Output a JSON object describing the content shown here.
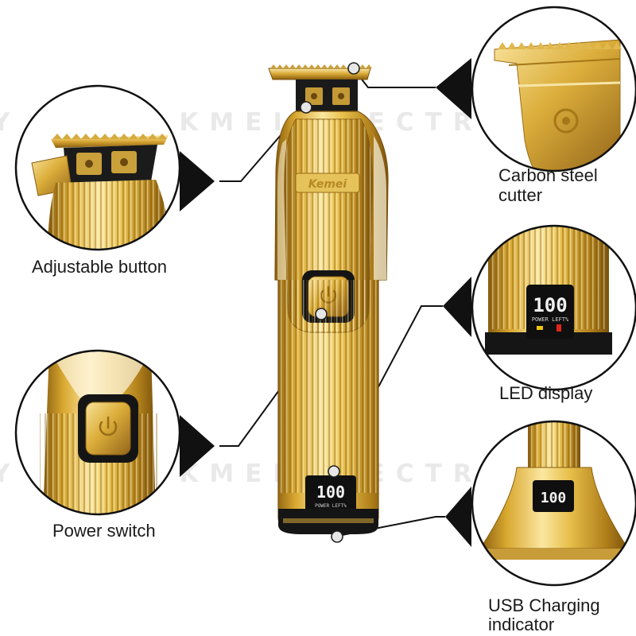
{
  "watermark": "Y YIWU KMEI ELECTRIC APPLIANCES CO.,LTD",
  "callouts": {
    "adjustable_button": "Adjustable button",
    "carbon_line1": "Carbon steel",
    "carbon_line2": "cutter",
    "led_display": "LED display",
    "power_switch": "Power switch",
    "usb_line1": "USB Charging",
    "usb_line2": "indicator"
  },
  "product": {
    "brand": "Kemei",
    "display_value": "100",
    "display_caption": "POWER LEFT%"
  },
  "colors": {
    "gold_light": "#f7e08a",
    "gold_mid": "#d9a830",
    "gold_dark": "#8a5f10",
    "black": "#111111",
    "led_white": "#f2f2f2",
    "indicator_red": "#e0251b",
    "indicator_yellow": "#f1c40f"
  },
  "icons": {
    "power": "power-icon",
    "pointer": "callout-dot-icon"
  }
}
